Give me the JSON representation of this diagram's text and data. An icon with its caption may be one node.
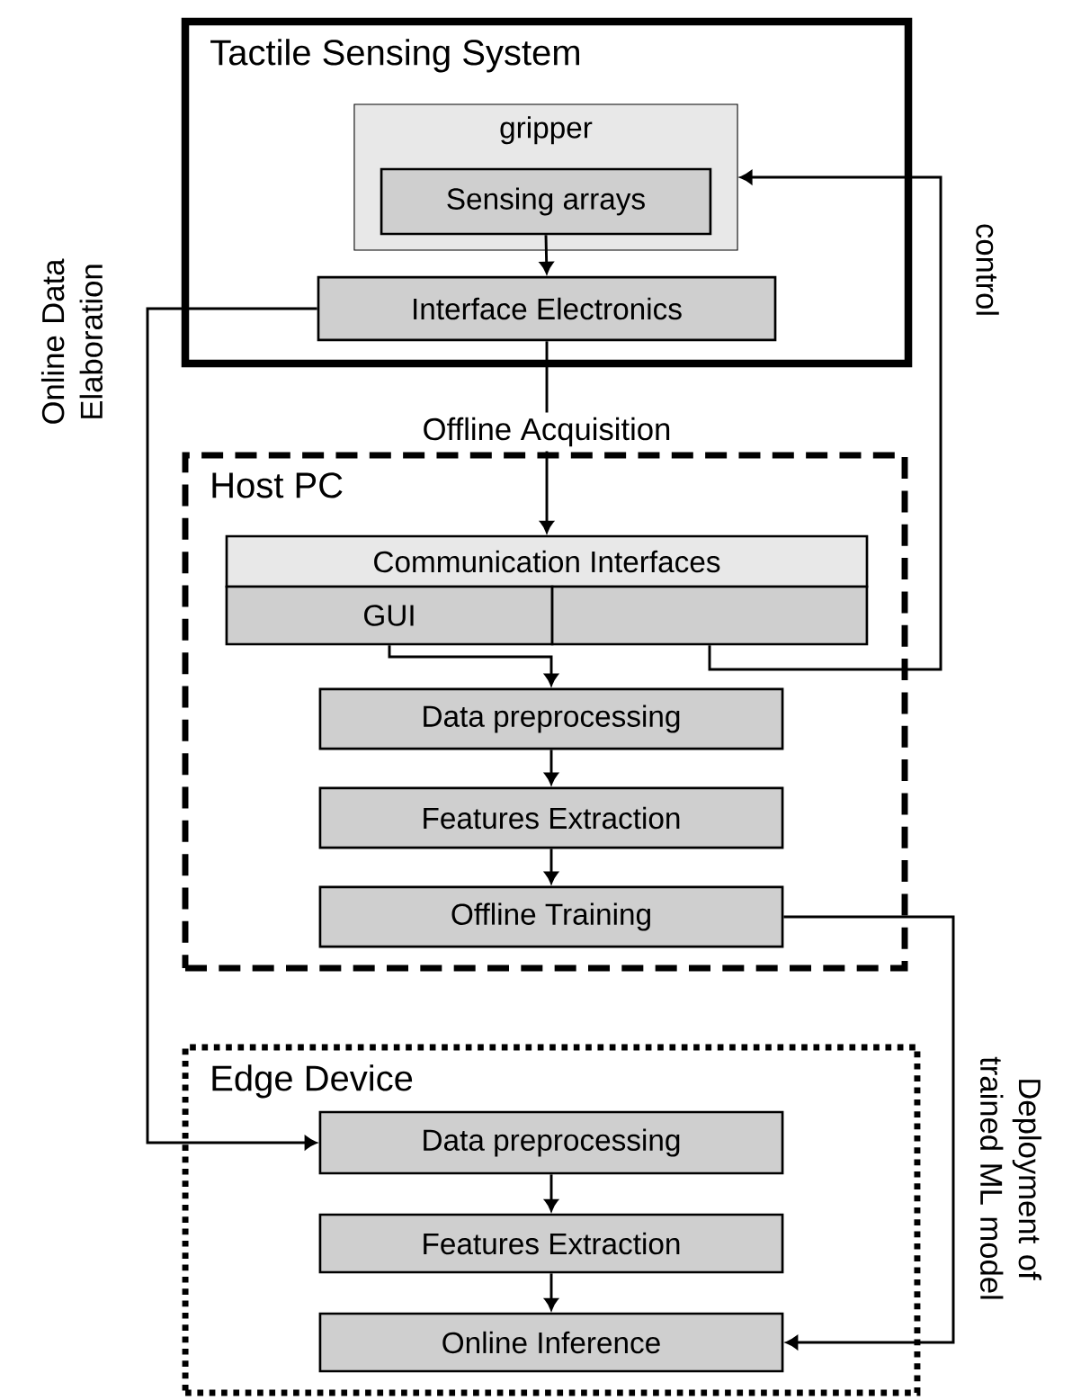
{
  "diagram": {
    "nodes": [
      {
        "text": [
          "Tactile Sensing System"
        ]
      },
      {
        "text": [
          "gripper"
        ],
        "in": 0
      },
      {
        "text": [
          "Sensing arrays"
        ],
        "in": 1
      },
      {
        "text": [
          "Interface Electronics"
        ],
        "in": 0
      },
      {
        "text": [
          "Host PC"
        ]
      },
      {
        "text": [
          "Communication Interfaces"
        ],
        "in": 4
      },
      {
        "text": [
          "GUI"
        ],
        "in": 4
      },
      {
        "text": [],
        "shape": "box",
        "in": 4
      },
      {
        "text": [
          "Data preprocessing"
        ],
        "in": 4
      },
      {
        "text": [
          "Features Extraction"
        ],
        "in": 4
      },
      {
        "text": [
          "Offline Training"
        ],
        "in": 4
      },
      {
        "text": [
          "Edge Device"
        ]
      },
      {
        "text": [
          "Data preprocessing"
        ],
        "in": 11
      },
      {
        "text": [
          "Features Extraction"
        ],
        "in": 11
      },
      {
        "text": [
          "Online Inference"
        ],
        "in": 11
      }
    ],
    "edges": [
      {
        "from": 2,
        "to": 3,
        "arrow": "to"
      },
      {
        "from": 3,
        "to": 5,
        "arrow": "to",
        "label": "Offline Acquisition"
      },
      {
        "from": 7,
        "to": 1,
        "arrow": "to",
        "label": "control"
      },
      {
        "from": 6,
        "to": 8,
        "arrow": "to"
      },
      {
        "from": 3,
        "to": 12,
        "arrow": "to",
        "label": "Online Data Elaboration"
      },
      {
        "from": 8,
        "to": 9,
        "arrow": "to"
      },
      {
        "from": 9,
        "to": 10,
        "arrow": "to"
      },
      {
        "from": 10,
        "to": 14,
        "arrow": "to",
        "label": "Deployment of trained ML model"
      },
      {
        "from": 12,
        "to": 13,
        "arrow": "to"
      },
      {
        "from": 13,
        "to": 14,
        "arrow": "to"
      }
    ]
  }
}
